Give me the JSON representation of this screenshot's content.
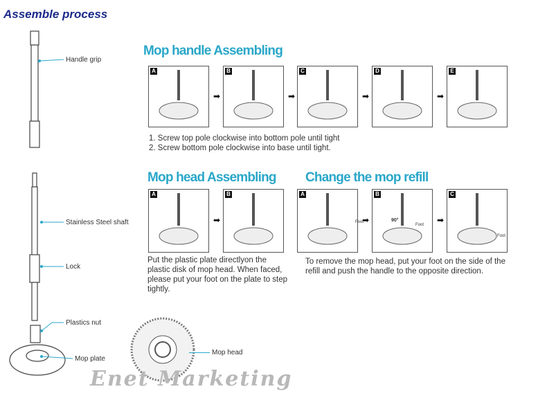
{
  "title": "Assemble process",
  "parts": {
    "handle_grip": "Handle grip",
    "shaft": "Stainless Steel shaft",
    "lock": "Lock",
    "nut": "Plastics nut",
    "plate": "Mop plate",
    "head": "Mop head"
  },
  "handle": {
    "heading": "Mop handle Assembling",
    "panels": [
      "A",
      "B",
      "C",
      "D",
      "E"
    ],
    "steps": [
      "1. Screw top pole clockwise into bottom pole until tight",
      "2. Screw bottom pole clockwise into base until tight."
    ]
  },
  "head": {
    "heading": "Mop head Assembling",
    "panels": [
      "A",
      "B"
    ],
    "text": "Put the plastic plate directlyon the plastic disk of mop head. When faced, please put your foot on the plate to step tightly."
  },
  "refill": {
    "heading": "Change the mop refill",
    "panels": [
      "A",
      "B",
      "C"
    ],
    "text": "To remove the mop head, put your foot on the side of the refill and push the handle to the opposite direction.",
    "angle": "90°",
    "foot": "Foot"
  },
  "watermark": "Enet Marketing"
}
